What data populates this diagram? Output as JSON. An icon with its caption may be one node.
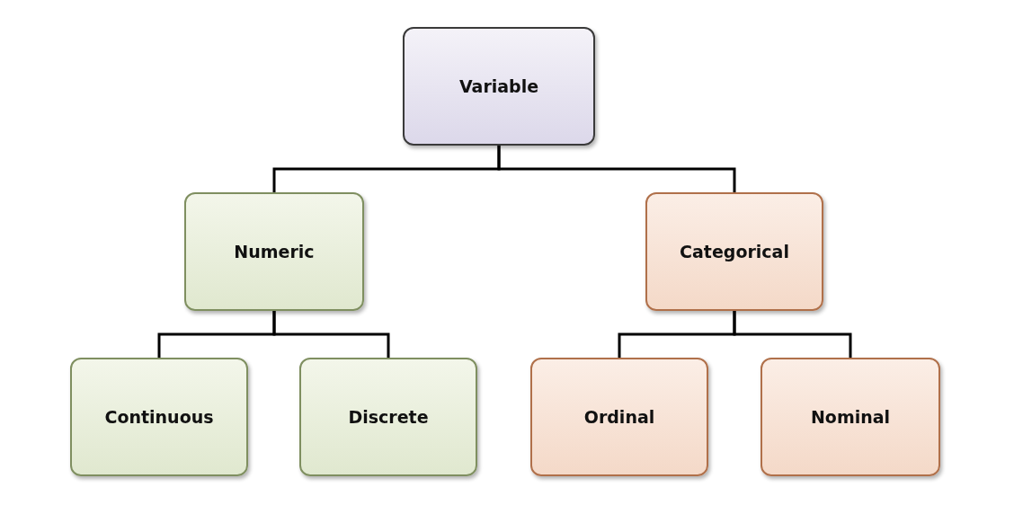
{
  "diagram": {
    "nodes": [
      {
        "text": [
          "Variable"
        ]
      },
      {
        "text": [
          "Numeric"
        ]
      },
      {
        "text": [
          "Categorical"
        ]
      },
      {
        "text": [
          "Continuous"
        ]
      },
      {
        "text": [
          "Discrete"
        ]
      },
      {
        "text": [
          "Ordinal"
        ]
      },
      {
        "text": [
          "Nominal"
        ]
      }
    ],
    "edges": [
      {
        "from": 0,
        "to": 1,
        "arrow": "none"
      },
      {
        "from": 0,
        "to": 2,
        "arrow": "none"
      },
      {
        "from": 1,
        "to": 3,
        "arrow": "none"
      },
      {
        "from": 1,
        "to": 4,
        "arrow": "none"
      },
      {
        "from": 2,
        "to": 5,
        "arrow": "none"
      },
      {
        "from": 2,
        "to": 6,
        "arrow": "none"
      }
    ]
  }
}
